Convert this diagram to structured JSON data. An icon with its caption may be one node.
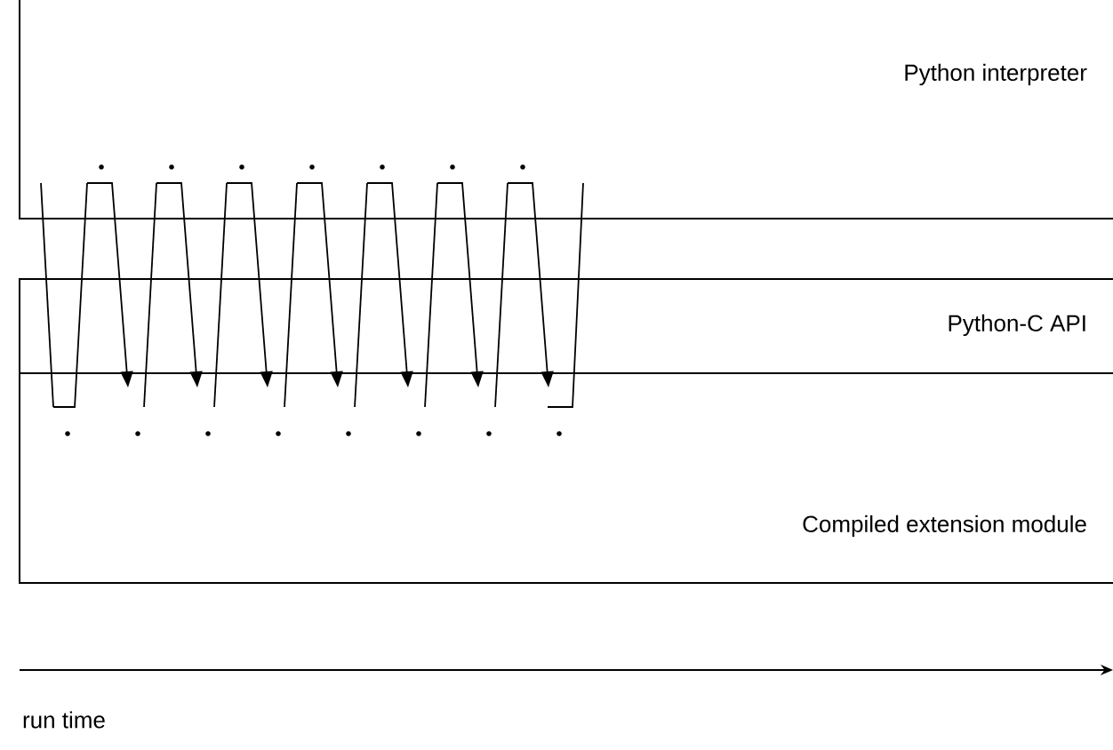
{
  "diagram": {
    "nodes": [
      {
        "text": [
          "Python interpreter"
        ]
      },
      {
        "text": [
          "Python-C API"
        ]
      },
      {
        "text": [
          "Compiled extension module"
        ]
      }
    ],
    "edges": [
      {
        "from": 0,
        "to": 1,
        "arrow": "none"
      },
      {
        "from": 1,
        "to": 2,
        "arrow": "none"
      },
      {
        "from": 2,
        "to": 1,
        "arrow": "none"
      },
      {
        "from": 1,
        "to": 0,
        "arrow": "none"
      },
      {
        "from": 0,
        "to": 1,
        "arrow": "none"
      },
      {
        "from": 1,
        "to": 2,
        "arrow": "to"
      },
      {
        "from": 2,
        "to": 1,
        "arrow": "none"
      },
      {
        "from": 1,
        "to": 0,
        "arrow": "none"
      },
      {
        "from": 0,
        "to": 1,
        "arrow": "none"
      },
      {
        "from": 1,
        "to": 2,
        "arrow": "to"
      },
      {
        "from": 2,
        "to": 1,
        "arrow": "none"
      },
      {
        "from": 1,
        "to": 0,
        "arrow": "none"
      },
      {
        "from": 0,
        "to": 1,
        "arrow": "none"
      },
      {
        "from": 1,
        "to": 2,
        "arrow": "to"
      },
      {
        "from": 2,
        "to": 1,
        "arrow": "none"
      },
      {
        "from": 1,
        "to": 0,
        "arrow": "none"
      },
      {
        "from": 0,
        "to": 1,
        "arrow": "none"
      },
      {
        "from": 1,
        "to": 2,
        "arrow": "to"
      },
      {
        "from": 2,
        "to": 1,
        "arrow": "none"
      },
      {
        "from": 1,
        "to": 0,
        "arrow": "none"
      },
      {
        "from": 0,
        "to": 1,
        "arrow": "none"
      },
      {
        "from": 1,
        "to": 2,
        "arrow": "to"
      },
      {
        "from": 2,
        "to": 1,
        "arrow": "none"
      },
      {
        "from": 1,
        "to": 0,
        "arrow": "none"
      },
      {
        "from": 0,
        "to": 1,
        "arrow": "none"
      },
      {
        "from": 1,
        "to": 2,
        "arrow": "to"
      },
      {
        "from": 2,
        "to": 1,
        "arrow": "none"
      },
      {
        "from": 1,
        "to": 0,
        "arrow": "none"
      },
      {
        "from": 0,
        "to": 1,
        "arrow": "none"
      },
      {
        "from": 1,
        "to": 2,
        "arrow": "to"
      },
      {
        "from": 2,
        "to": 1,
        "arrow": "none"
      },
      {
        "from": 1,
        "to": 0,
        "arrow": "none"
      }
    ],
    "labels": [
      "run time"
    ]
  }
}
